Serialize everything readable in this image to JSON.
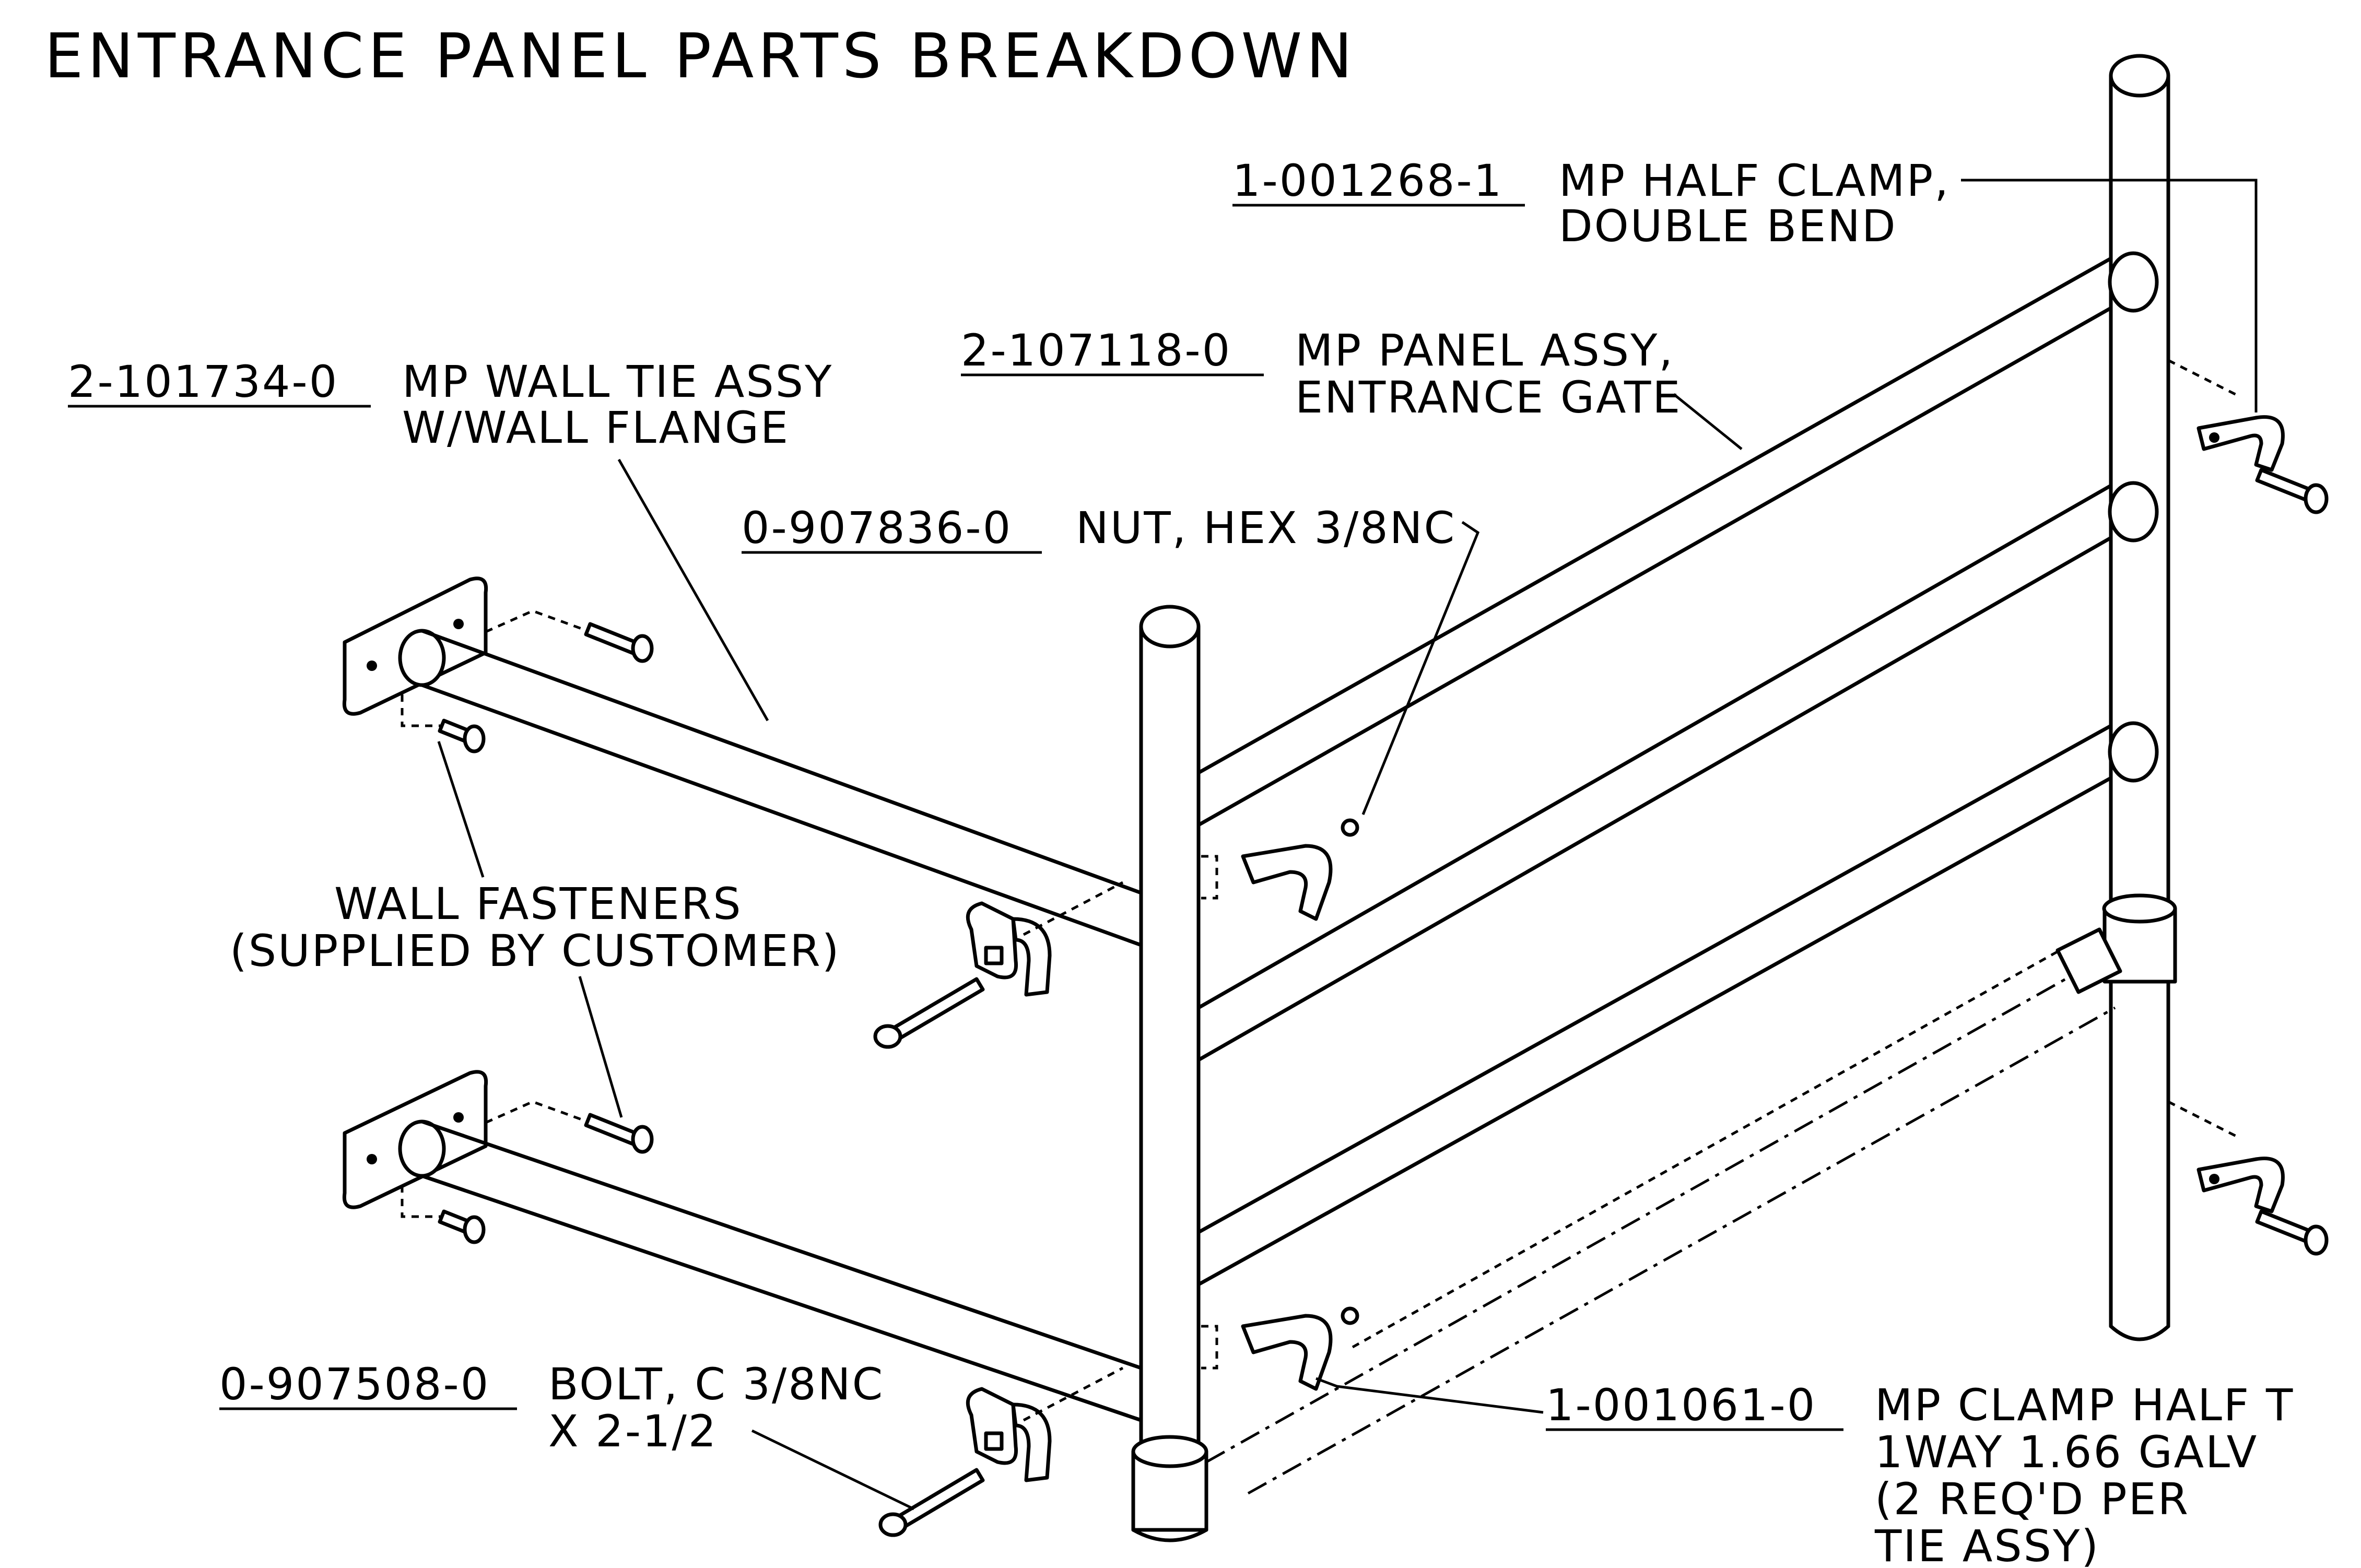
{
  "title": "ENTRANCE PANEL PARTS BREAKDOWN",
  "callouts": {
    "half_clamp_double_bend": {
      "part_no": "1-001268-1",
      "line1": "MP HALF CLAMP,",
      "line2": "DOUBLE BEND"
    },
    "panel_assy": {
      "part_no": "2-107118-0",
      "line1": "MP PANEL ASSY,",
      "line2": "ENTRANCE GATE"
    },
    "wall_tie_assy": {
      "part_no": "2-101734-0",
      "line1": "MP WALL TIE ASSY",
      "line2": "W/WALL FLANGE"
    },
    "nut_hex": {
      "part_no": "0-907836-0",
      "line1": "NUT, HEX 3/8NC"
    },
    "wall_fasteners": {
      "line1": "WALL FASTENERS",
      "line2": "(SUPPLIED BY CUSTOMER)"
    },
    "bolt": {
      "part_no": "0-907508-0",
      "line1": "BOLT, C 3/8NC",
      "line2": "X 2-1/2"
    },
    "clamp_half_t": {
      "part_no": "1-001061-0",
      "line1": "MP CLAMP HALF T",
      "line2": "1WAY 1.66 GALV",
      "line3": "(2 REQ'D PER",
      "line4": "TIE ASSY)"
    }
  }
}
